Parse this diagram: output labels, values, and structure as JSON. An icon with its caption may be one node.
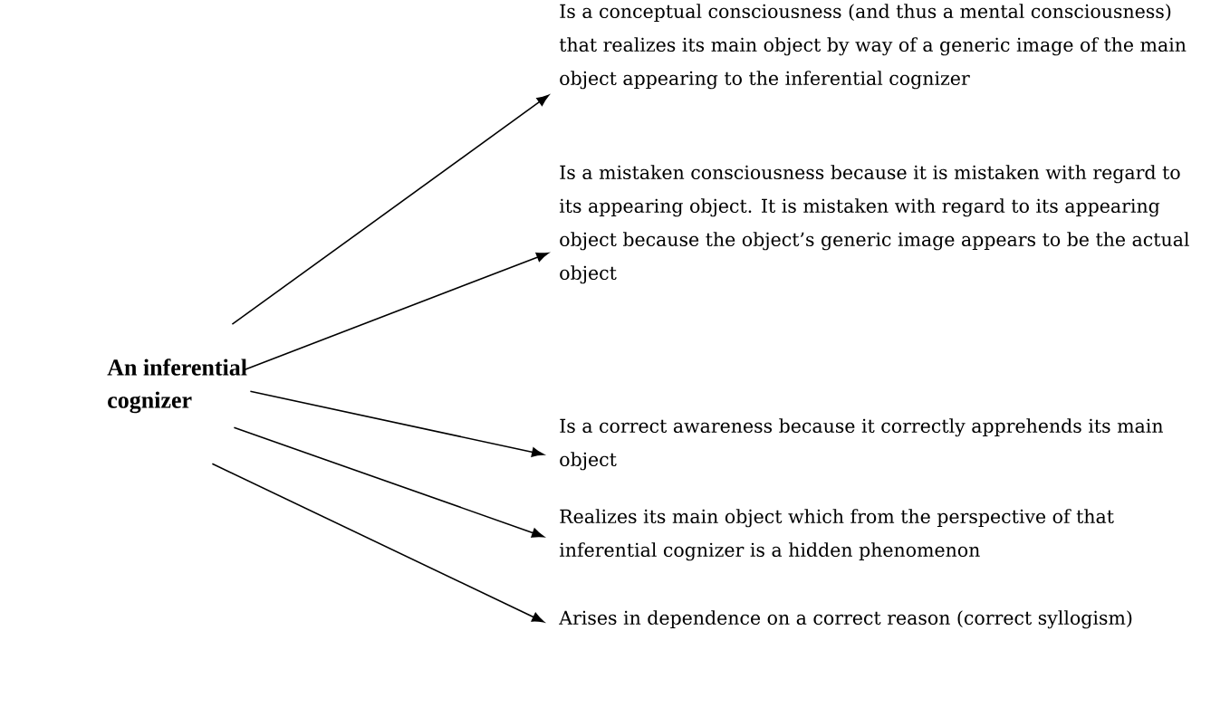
{
  "diagram": {
    "nodes": [
      {
        "text": [
          "An inferential cognizer"
        ]
      },
      {
        "text": [
          "Is a conceptual consciousness (and thus a mental consciousness) that realizes its main object by way of a generic image of the main object appearing to the inferential cognizer"
        ]
      },
      {
        "text": [
          "Is a mistaken consciousness because it is mistaken with regard to its appearing object. It is mistaken with regard to its appearing object because the object’s generic image appears to be the actual object"
        ]
      },
      {
        "text": [
          "Is a correct awareness because it correctly apprehends its main object"
        ]
      },
      {
        "text": [
          "Realizes its main object which from the perspective of that inferential cognizer is a hidden phenomenon"
        ]
      },
      {
        "text": [
          "Arises in dependence on a correct reason (correct syllogism)"
        ]
      }
    ],
    "edges": [
      {
        "from": 0,
        "to": 1,
        "arrow": "to"
      },
      {
        "from": 0,
        "to": 2,
        "arrow": "to"
      },
      {
        "from": 0,
        "to": 3,
        "arrow": "to"
      },
      {
        "from": 0,
        "to": 4,
        "arrow": "to"
      },
      {
        "from": 0,
        "to": 5,
        "arrow": "to"
      }
    ]
  }
}
